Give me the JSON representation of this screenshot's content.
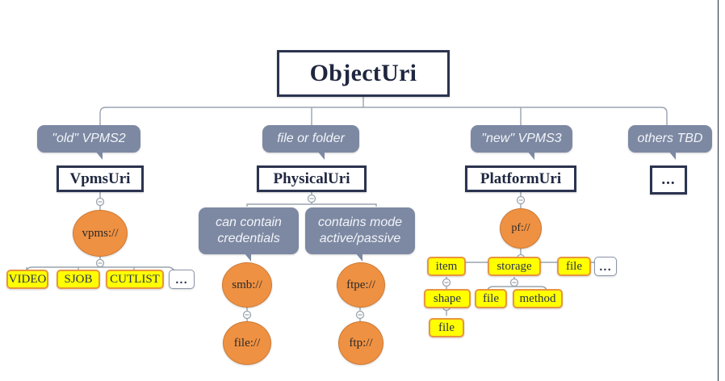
{
  "diagram": {
    "title": "ObjectUri",
    "root": {
      "label": "ObjectUri"
    },
    "branches": [
      {
        "callout": "\"old\" VPMS2",
        "class_box": "VpmsUri",
        "scheme": "vpms://",
        "leaves": [
          "VIDEO",
          "SJOB",
          "CUTLIST",
          "..."
        ]
      },
      {
        "callout": "file or folder",
        "class_box": "PhysicalUri",
        "notes": [
          "can contain credentials",
          "contains mode active/passive"
        ],
        "schemes": [
          "smb://",
          "ftpe://"
        ],
        "sub_schemes": [
          "file://",
          "ftp://"
        ]
      },
      {
        "callout": "\"new\" VPMS3",
        "class_box": "PlatformUri",
        "scheme": "pf://",
        "leaves": [
          "item",
          "storage",
          "file",
          "..."
        ],
        "sub_leaves_item": [
          "shape"
        ],
        "sub_leaves_shape": [
          "file"
        ],
        "sub_leaves_storage": [
          "file",
          "method"
        ]
      },
      {
        "callout": "others TBD",
        "class_box": "..."
      }
    ],
    "note_lines": {
      "credentials_line1": "can contain",
      "credentials_line2": "credentials",
      "mode_line1": "contains mode",
      "mode_line2": "active/passive"
    },
    "colors": {
      "class_border": "#2b3450",
      "callout_fill": "#7d89a3",
      "scheme_fill": "#ef9142",
      "leaf_fill": "#ffff00",
      "leaf_border": "#e8963c",
      "wire": "#9aa3ad",
      "background": "#ffffff"
    }
  }
}
